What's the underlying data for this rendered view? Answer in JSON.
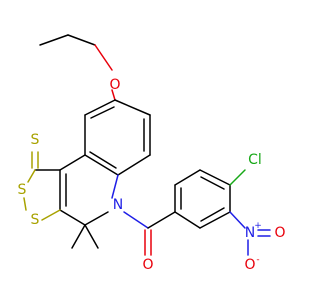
{
  "atoms": {
    "oxygen_ether": {
      "text": "O",
      "color": "#e8000b"
    },
    "sulfur_thione": {
      "text": "S",
      "color": "#a8a200"
    },
    "sulfur_ring_top": {
      "text": "S",
      "color": "#a8a200"
    },
    "sulfur_ring_bottom": {
      "text": "S",
      "color": "#a8a200"
    },
    "nitrogen_ring": {
      "text": "N",
      "color": "#1f1fe6"
    },
    "oxygen_carbonyl": {
      "text": "O",
      "color": "#e8000b"
    },
    "chlorine": {
      "text": "Cl",
      "color": "#17a817"
    },
    "nitrogen_nitro": {
      "text": "N",
      "charge": "+",
      "color": "#1f1fe6"
    },
    "oxygen_nitro_double": {
      "text": "O",
      "color": "#e8000b"
    },
    "oxygen_nitro_single": {
      "text": "O",
      "charge": "-",
      "color": "#e8000b"
    }
  }
}
